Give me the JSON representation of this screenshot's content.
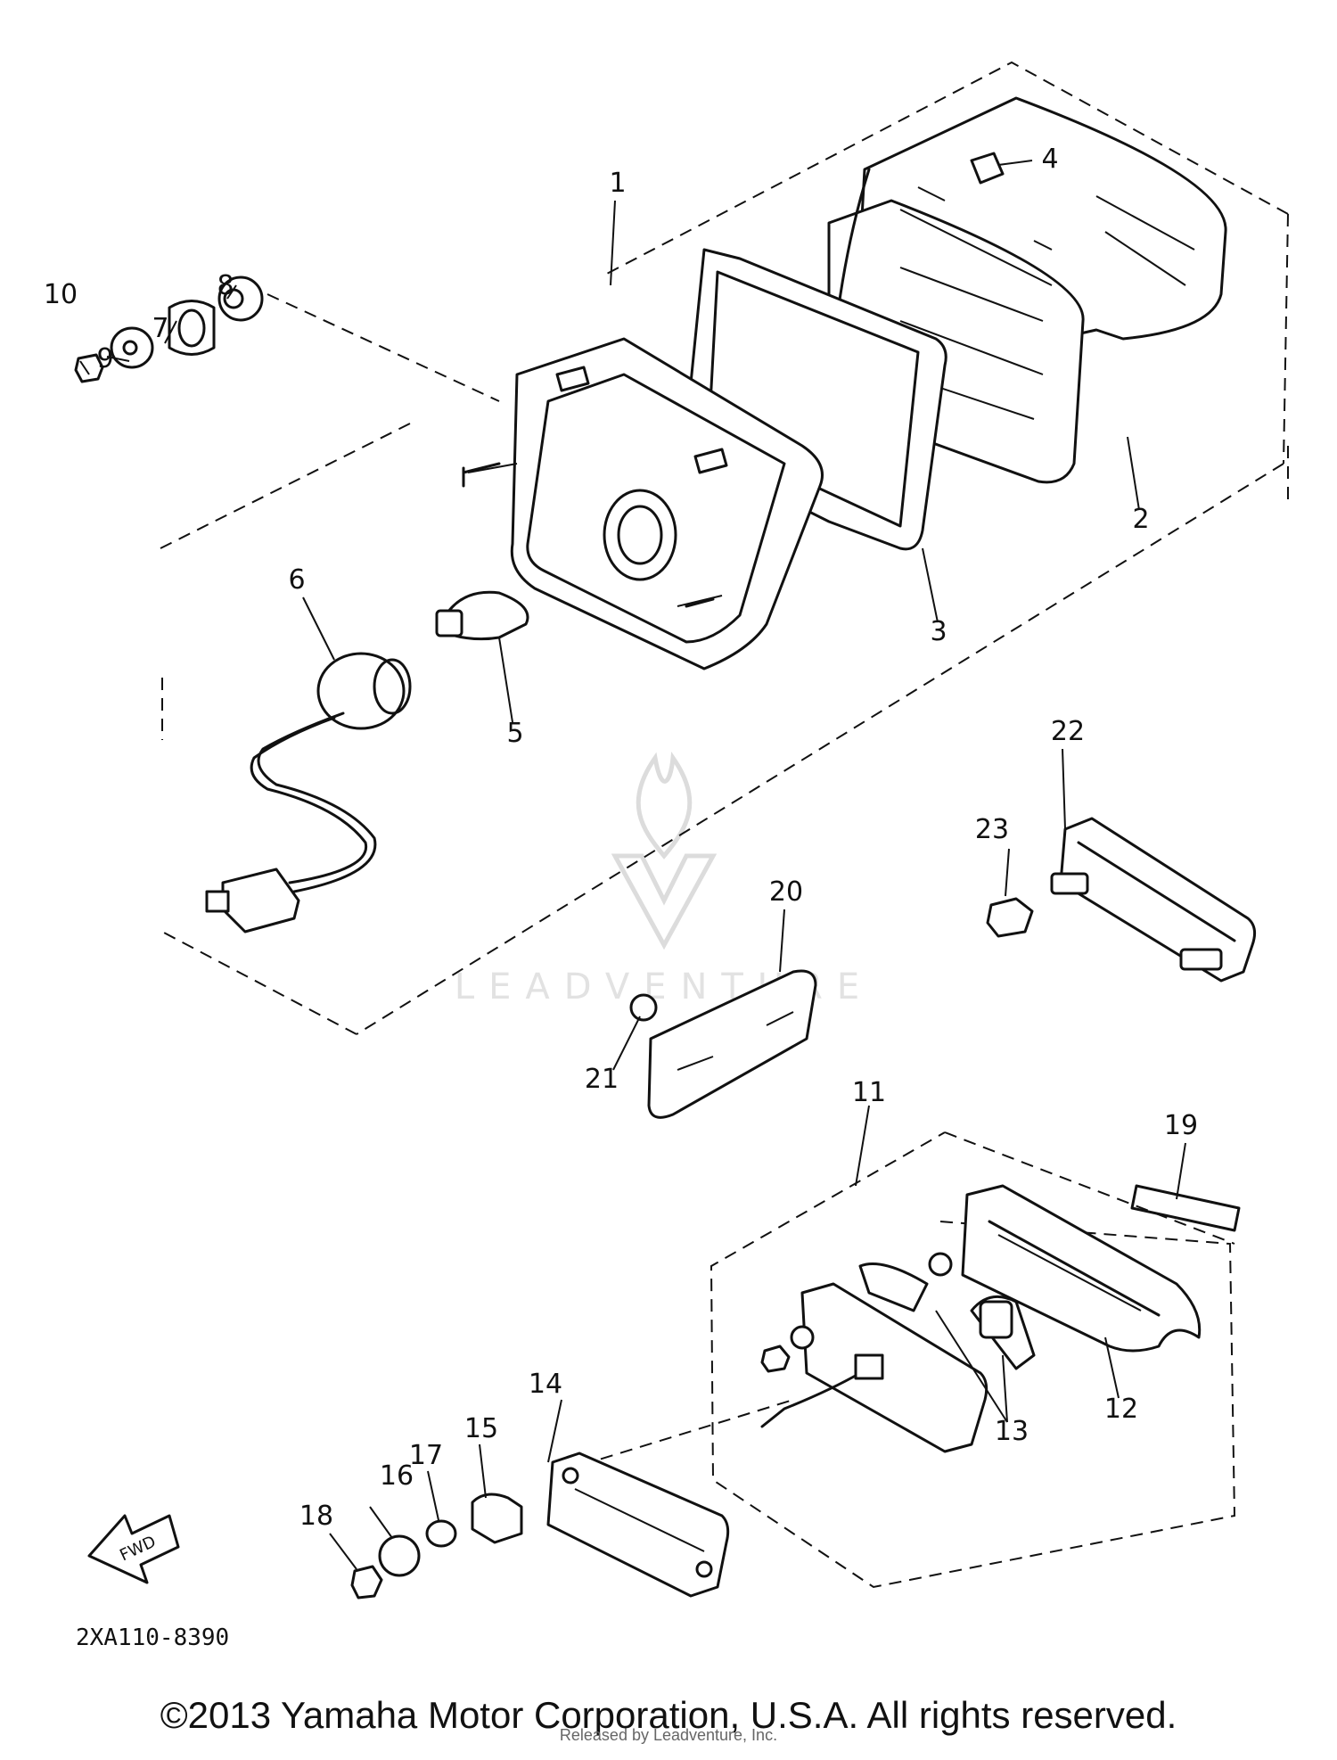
{
  "diagram": {
    "drawing_code": "2XA110-8390",
    "fwd_label": "FWD",
    "watermark": "LEADVENTURE",
    "copyright": "©2013 Yamaha Motor Corporation, U.S.A. All rights reserved.",
    "released_by": "Released by Leadventure, Inc.",
    "callouts": [
      "1",
      "2",
      "3",
      "4",
      "5",
      "6",
      "7",
      "8",
      "9",
      "10",
      "11",
      "12",
      "13",
      "14",
      "15",
      "16",
      "17",
      "18",
      "19",
      "20",
      "21",
      "22",
      "23"
    ]
  }
}
